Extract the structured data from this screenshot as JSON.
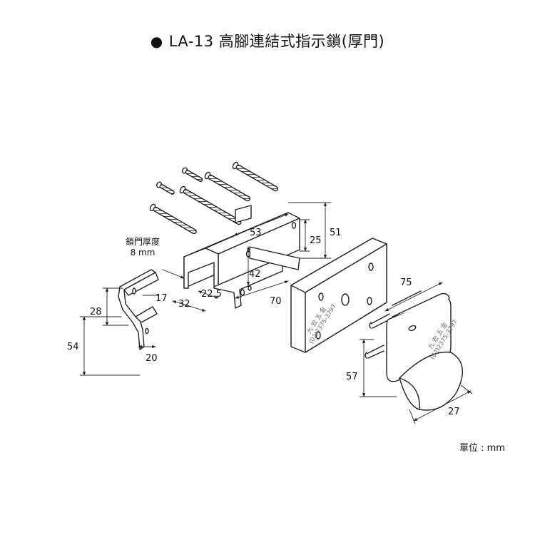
{
  "title": {
    "bullet": "●",
    "text": "LA-13 高腳連結式指示鎖(厚門)"
  },
  "dims": {
    "d53": "53",
    "d25": "25",
    "d51": "51",
    "d42": "42",
    "d70": "70",
    "d32": "32",
    "d22_5": "22.5",
    "d17": "17",
    "d28": "28",
    "d54": "54",
    "d20": "20",
    "d75": "75",
    "d57": "57",
    "d27": "27"
  },
  "door_note": {
    "line1": "鎖門厚度",
    "line2": "8 mm"
  },
  "watermark": {
    "name": "九 宏 五 金",
    "phone": "(02)2375-3797"
  },
  "unit": "單位 : mm"
}
